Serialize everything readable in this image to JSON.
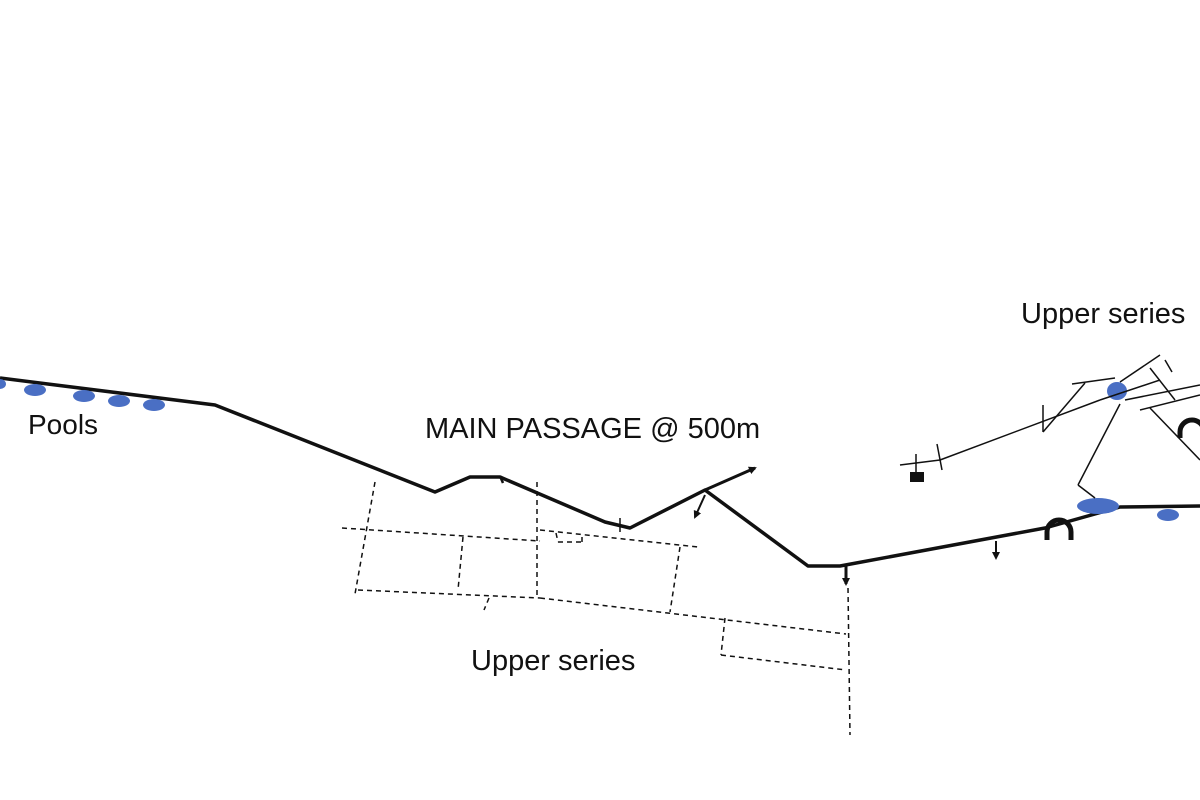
{
  "labels": {
    "pools": "Pools",
    "main_passage": "MAIN PASSAGE @ 500m",
    "upper_series_right": "Upper series",
    "upper_series_bottom": "Upper series"
  },
  "colors": {
    "passage_line": "#111111",
    "pool_fill": "#4a6fc4",
    "background": "#ffffff"
  },
  "legend_symbols": [
    "pool-icon",
    "arrow-icon",
    "arch-icon",
    "dashed-passage-line",
    "station-marker-icon"
  ]
}
